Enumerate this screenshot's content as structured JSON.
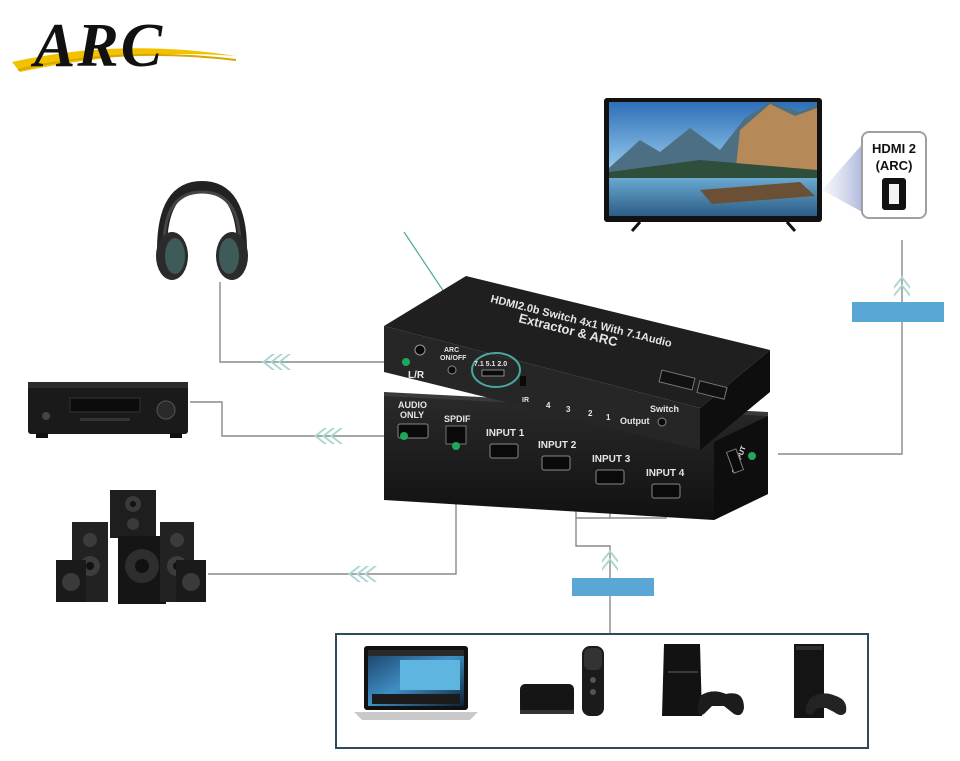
{
  "logo": {
    "text": "ARC",
    "color": "#111111",
    "swoosh_color": "#f2c200"
  },
  "tv_port": {
    "line1": "HDMI 2",
    "line2": "(ARC)"
  },
  "switch_top": {
    "title_line1": "HDMI2.0b Switch 4x1 With 7.1Audio",
    "title_line2": "Extractor & ARC",
    "lr_label": "L/R",
    "arc_label_1": "ARC",
    "arc_label_2": "ON/OFF",
    "mode_label": "7.1  5.1  2.0",
    "ir_label": "IR",
    "port_numbers": [
      "4",
      "3",
      "2",
      "1"
    ],
    "output_label": "Output",
    "switch_label": "Switch"
  },
  "switch_bottom": {
    "audio_only_1": "AUDIO",
    "audio_only_2": "ONLY",
    "spdif": "SPDIF",
    "inputs": [
      "INPUT 1",
      "INPUT 2",
      "INPUT 3",
      "INPUT 4"
    ],
    "output_side": "OUTPUT"
  },
  "colors": {
    "device_body": "#1e1e1e",
    "device_face": "#2b2b2b",
    "label_bar": "#5aa7d6",
    "chevron": "#a9d6d3",
    "port_dot": "#1ea85a",
    "source_box_border": "#2f4a5a"
  },
  "icons": {
    "tv": "tv-icon",
    "headphones": "headphones-icon",
    "receiver": "av-receiver-icon",
    "speakers": "speaker-system-icon",
    "laptop": "laptop-icon",
    "apple_tv": "apple-tv-icon",
    "ps4": "ps4-console-icon",
    "xbox": "xbox-console-icon"
  }
}
